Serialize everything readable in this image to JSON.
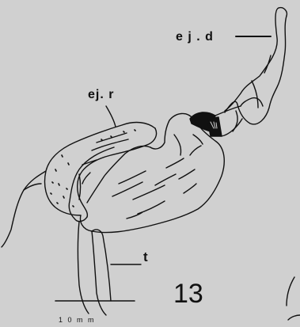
{
  "labels": {
    "ejaculatory_duct": "e j . d",
    "ejaculatory_reservoir": "ej. r",
    "t": "t",
    "figure_number": "13",
    "scale": "1 0 m m"
  },
  "colors": {
    "background": "#d0d0d0",
    "ink": "#111111"
  }
}
